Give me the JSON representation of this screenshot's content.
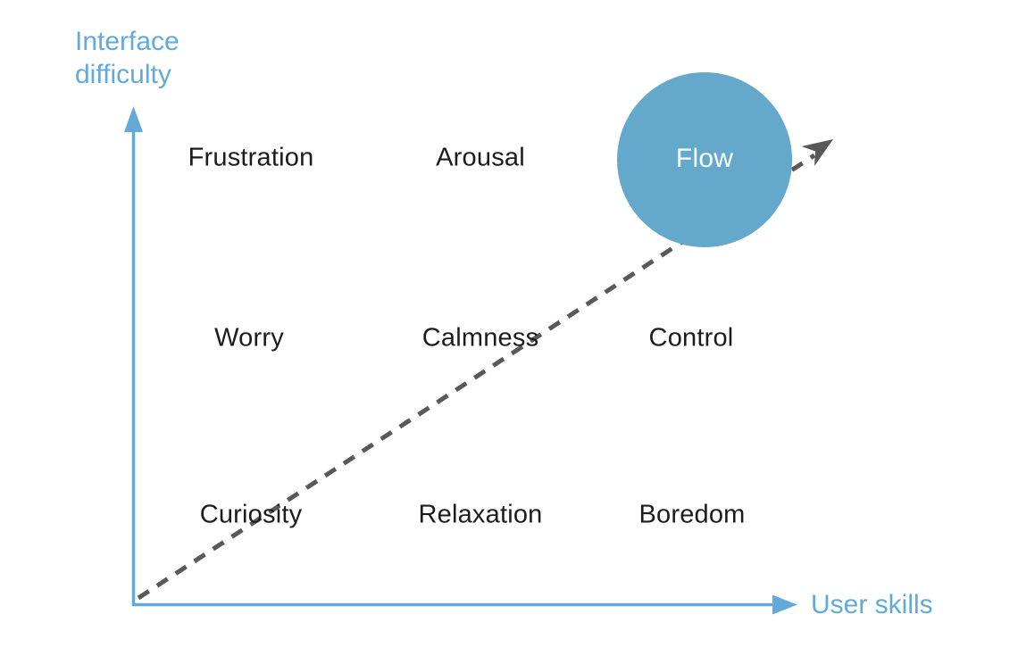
{
  "axes": {
    "y_label_line1": "Interface",
    "y_label_line2": "difficulty",
    "x_label": "User skills"
  },
  "cells": {
    "frustration": "Frustration",
    "arousal": "Arousal",
    "flow": "Flow",
    "worry": "Worry",
    "calmness": "Calmness",
    "control": "Control",
    "curiosity": "Curiosity",
    "relaxation": "Relaxation",
    "boredom": "Boredom"
  },
  "colors": {
    "axis_blue": "#63aad8",
    "circle_blue": "#64a8cb",
    "dash_gray": "#595959",
    "label_black": "#1c1c1c",
    "flow_text_white": "#ffffff"
  }
}
